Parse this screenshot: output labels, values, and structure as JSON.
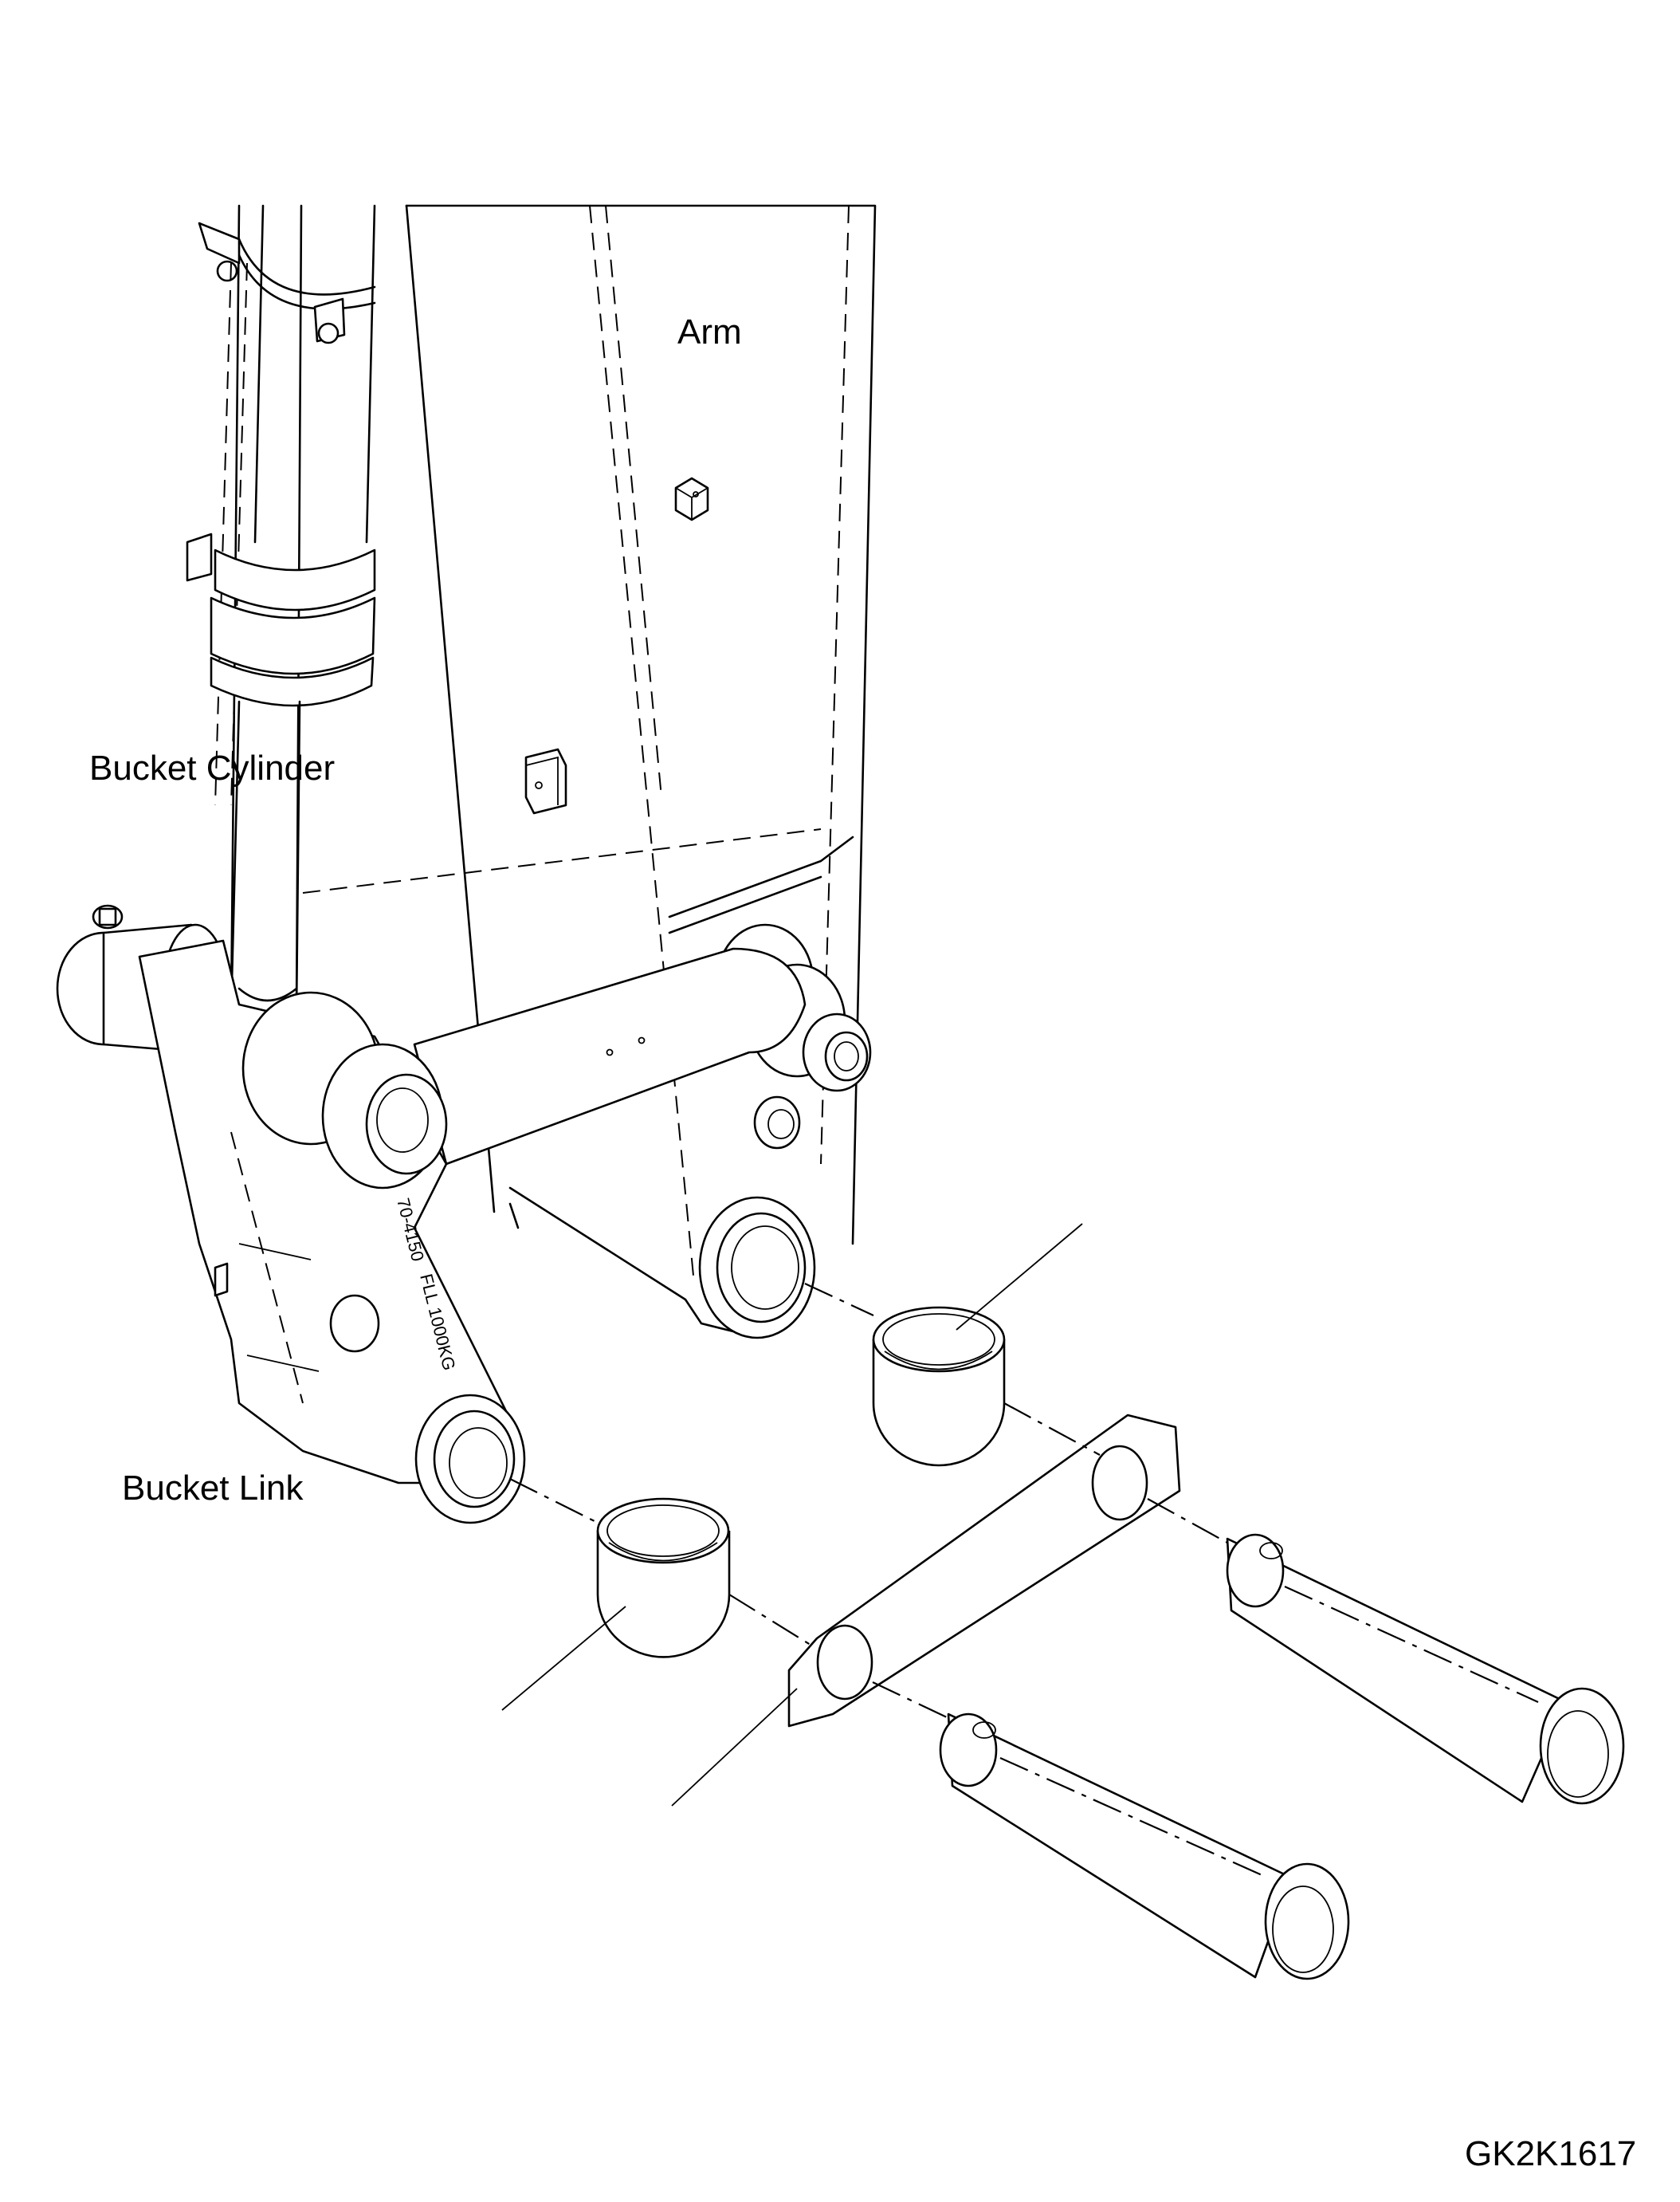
{
  "labels": {
    "arm": "Arm",
    "bucket_cylinder": "Bucket Cylinder",
    "bucket_link": "Bucket Link",
    "drawing_code": "GK2K1617"
  },
  "stamps": {
    "part_number": "70-4150",
    "lifting_mark": "FLL 1000KG"
  }
}
